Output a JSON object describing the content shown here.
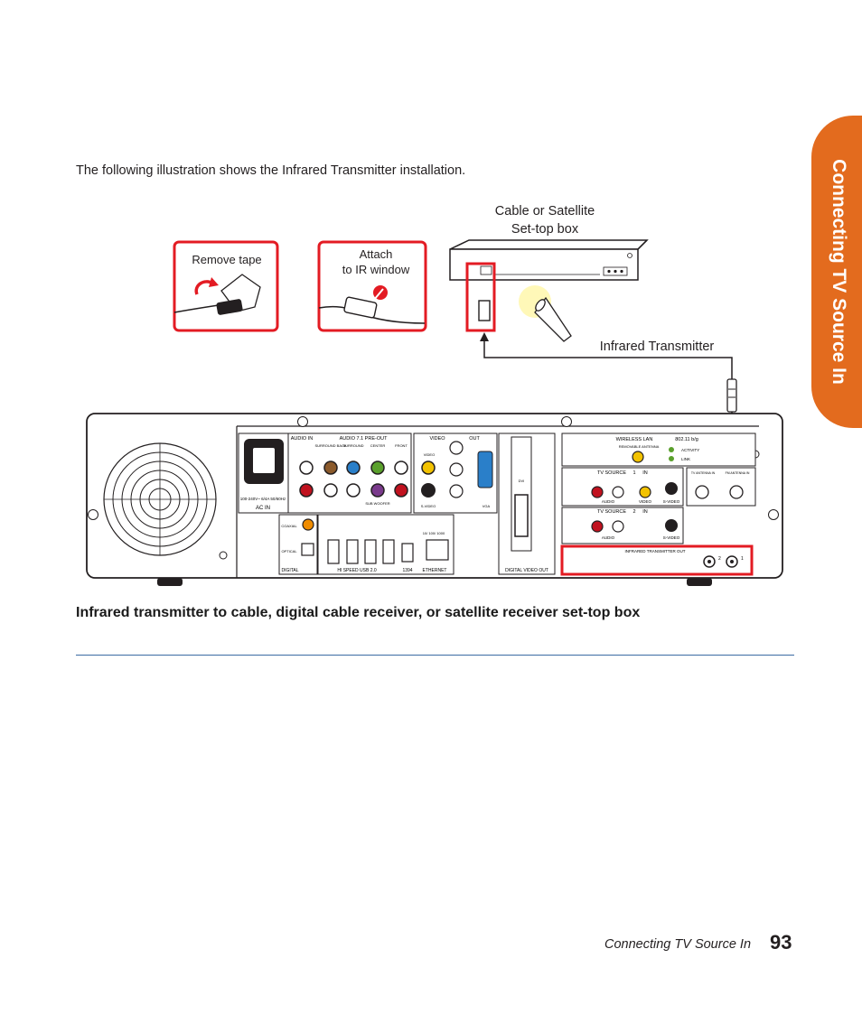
{
  "intro": "The following illustration shows the Infrared Transmitter installation.",
  "side_tab": "Connecting TV Source In",
  "figure": {
    "remove_tape": "Remove tape",
    "attach_line1": "Attach",
    "attach_line2": "to IR window",
    "settop_line1": "Cable or Satellite",
    "settop_line2": "Set-top box",
    "ir_transmitter": "Infrared Transmitter",
    "panel": {
      "ac_in": "AC IN",
      "voltage": "100-240V~ 6/4A 50/60Hz",
      "audio_in": "AUDIO IN",
      "audio71": "AUDIO 7.1 PRE-OUT",
      "surround_back": "SURROUND BACK",
      "surround": "SURROUND",
      "center": "CENTER",
      "front": "FRONT",
      "sub_woofer": "SUB WOOFER",
      "video": "VIDEO",
      "out": "OUT",
      "video_small": "VIDEO",
      "svideo": "S-VIDEO",
      "vga": "VGA",
      "dvi": "DVI",
      "coaxial": "COAXIAL",
      "optical": "OPTICAL",
      "digital": "DIGITAL",
      "usb": "HI SPEED USB 2.0",
      "ieee": "1394",
      "eth_speed": "10/ 100/ 1000",
      "ethernet": "ETHERNET",
      "digital_video_out": "DIGITAL VIDEO OUT",
      "wireless_lan": "WIRELESS LAN",
      "wlan_std": "802.11 b/g",
      "removable_antenna": "REMOVABLE ANTENNA",
      "activity": "ACTIVITY",
      "link": "LINK",
      "tv_source1": "TV SOURCE",
      "tv_source1_num": "1",
      "in1": "IN",
      "audio1": "AUDIO",
      "video1": "VIDEO",
      "svideo1": "S-VIDEO",
      "tv_antenna_in": "TV ANTENNA IN",
      "fm_antenna_in": "FM ANTENNA IN",
      "tv_source2": "TV SOURCE",
      "tv_source2_num": "2",
      "in2": "IN",
      "audio2": "AUDIO",
      "svideo2": "S-VIDEO",
      "ir_out": "INFRARED TRANSMITTER OUT",
      "ir_port1": "1",
      "ir_port2": "2"
    }
  },
  "caption": "Infrared transmitter to cable, digital cable receiver, or satellite receiver set-top box",
  "footer_title": "Connecting TV Source In",
  "page_number": "93",
  "colors": {
    "accent": "#e36b1e",
    "callout": "#e31b23",
    "rule": "#3b6aa3"
  }
}
